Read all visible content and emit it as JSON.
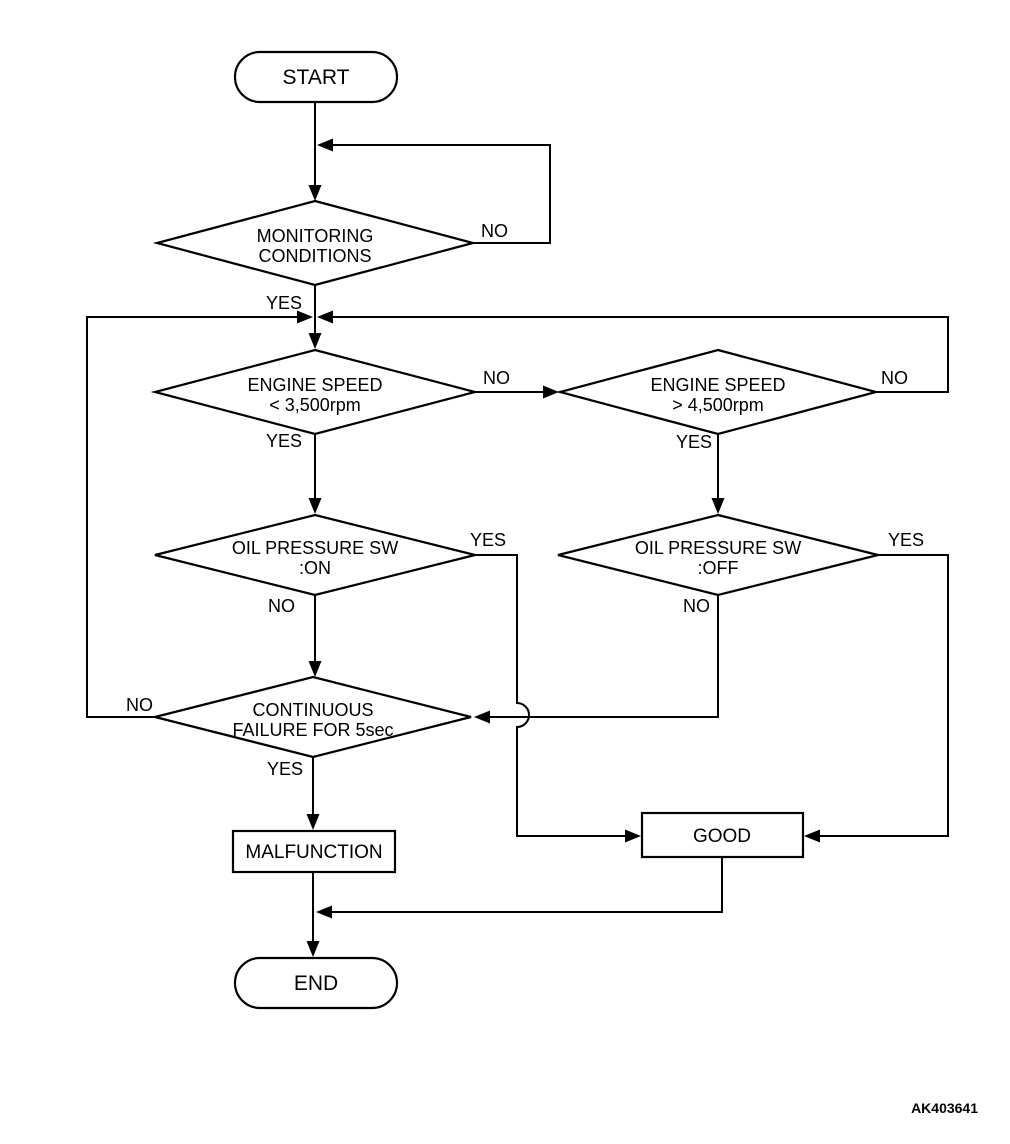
{
  "flowchart": {
    "nodes": {
      "start": {
        "label": "START"
      },
      "monitoring": {
        "line1": "MONITORING",
        "line2": "CONDITIONS"
      },
      "engine_speed_low": {
        "line1": "ENGINE SPEED",
        "line2": "< 3,500rpm"
      },
      "engine_speed_high": {
        "line1": "ENGINE SPEED",
        "line2": "> 4,500rpm"
      },
      "oil_pressure_on": {
        "line1": "OIL PRESSURE SW",
        "line2": ":ON"
      },
      "oil_pressure_off": {
        "line1": "OIL PRESSURE SW",
        "line2": ":OFF"
      },
      "continuous_failure": {
        "line1": "CONTINUOUS",
        "line2": "FAILURE FOR 5sec"
      },
      "malfunction": {
        "label": "MALFUNCTION"
      },
      "good": {
        "label": "GOOD"
      },
      "end": {
        "label": "END"
      }
    },
    "labels": {
      "monitoring_no": "NO",
      "monitoring_yes": "YES",
      "engine_low_no": "NO",
      "engine_low_yes": "YES",
      "engine_high_no": "NO",
      "engine_high_yes": "YES",
      "oil_on_yes": "YES",
      "oil_on_no": "NO",
      "oil_off_yes": "YES",
      "oil_off_no": "NO",
      "continuous_no": "NO",
      "continuous_yes": "YES"
    },
    "figure_code": "AK403641",
    "colors": {
      "line": "#000000",
      "background": "#ffffff"
    }
  }
}
